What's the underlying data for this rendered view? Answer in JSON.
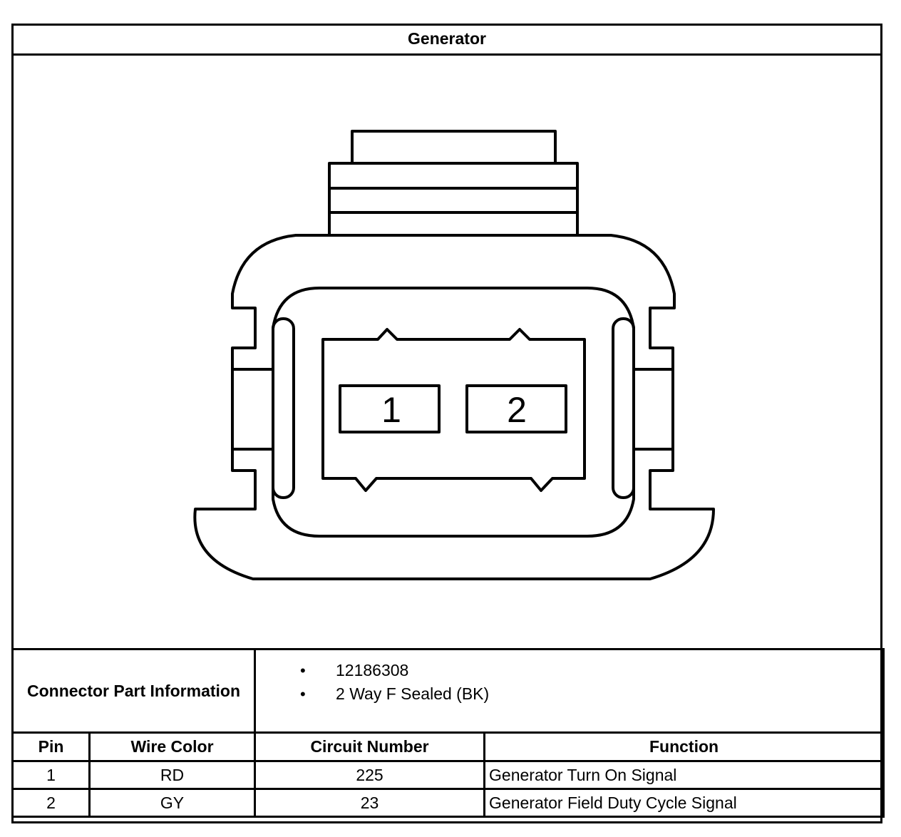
{
  "title": "Generator",
  "connector": {
    "cavities": [
      "1",
      "2"
    ]
  },
  "part_info": {
    "label": "Connector Part Information",
    "items": [
      "12186308",
      "2 Way F Sealed (BK)"
    ]
  },
  "pinout": {
    "headers": {
      "pin": "Pin",
      "wire_color": "Wire Color",
      "circuit_number": "Circuit Number",
      "function": "Function"
    },
    "rows": [
      {
        "pin": "1",
        "wire_color": "RD",
        "circuit_number": "225",
        "function": "Generator Turn On Signal"
      },
      {
        "pin": "2",
        "wire_color": "GY",
        "circuit_number": "23",
        "function": "Generator Field Duty Cycle Signal"
      }
    ]
  }
}
